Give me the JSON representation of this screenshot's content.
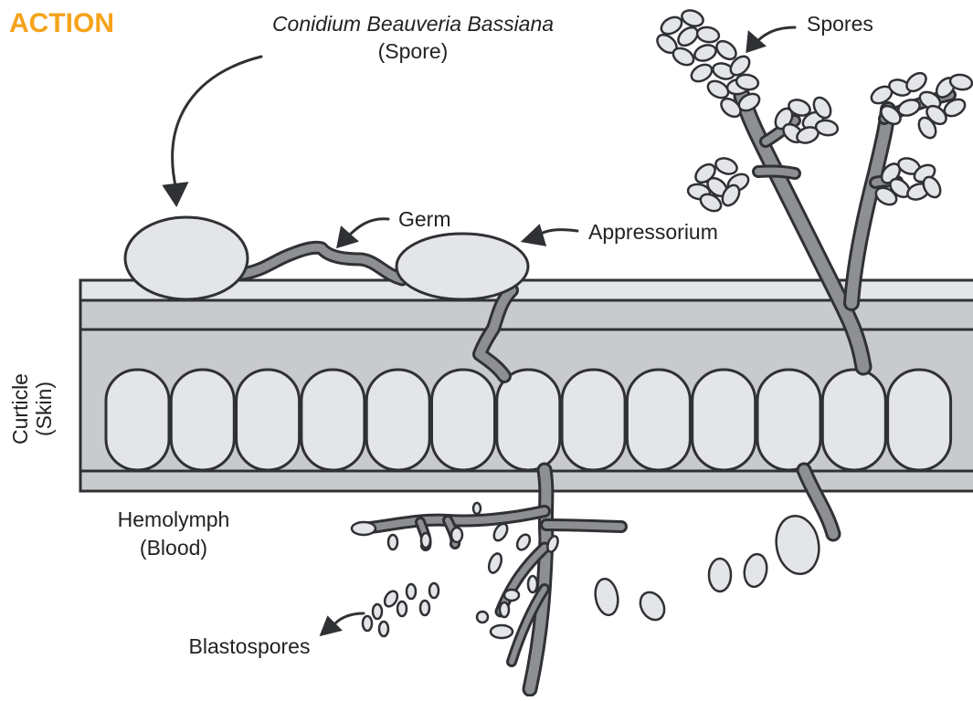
{
  "heading": "ACTION",
  "labels": {
    "conidium_name": "Conidium Beauveria Bassiana",
    "conidium_sub": "(Spore)",
    "spores": "Spores",
    "germ": "Germ",
    "appressorium": "Appressorium",
    "cuticle_line1": "Curticle",
    "cuticle_line2": "(Skin)",
    "hemolymph_line1": "Hemolymph",
    "hemolymph_line2": "(Blood)",
    "blastospores": "Blastospores"
  },
  "colors": {
    "heading": "#f5a31a",
    "outline": "#2f3135",
    "fill_light": "#e4e5e7",
    "fill_mid": "#c9cacc",
    "hypha": "#8e8f93"
  }
}
